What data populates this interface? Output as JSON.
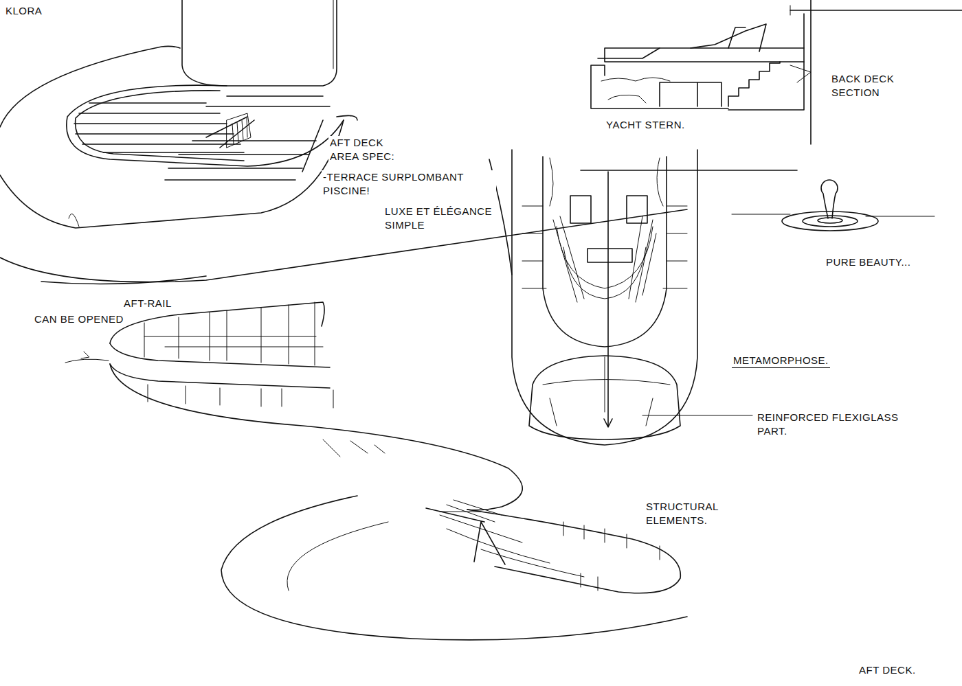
{
  "diagram": {
    "labels": [
      "KLORA",
      "AFT DECK AREA SPEC:",
      "-TERRACE SURPLOMBANT PISCINE!",
      "LUXE ET ÉLÉGANCE SIMPLE",
      "BACK DECK SECTION",
      "YACHT STERN.",
      "PURE BEAUTY...",
      "METAMORPHOSE.",
      "REINFORCED FLEXIGLASS PART.",
      "AFT-RAIL",
      "CAN BE OPENED",
      "STRUCTURAL ELEMENTS.",
      "AFT DECK."
    ]
  }
}
